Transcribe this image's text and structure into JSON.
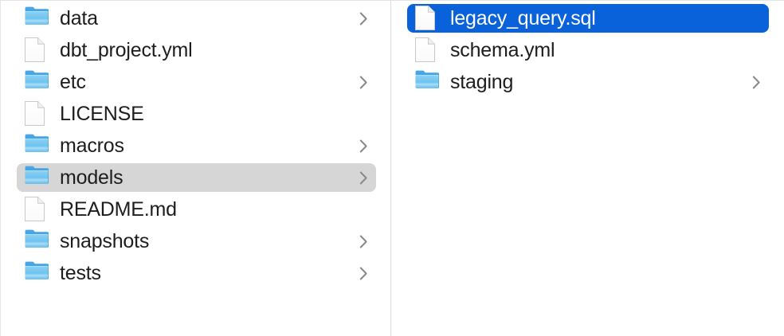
{
  "app": {
    "name": "Finder",
    "view_mode": "column",
    "accent_color": "#0a62da",
    "inactive_selection_color": "#d6d6d6",
    "text_color": "#1d1d1f",
    "selected_text_color": "#ffffff",
    "divider_color": "#dededf"
  },
  "columns": [
    {
      "name": "parent-column",
      "items": [
        {
          "label": "data",
          "kind": "folder",
          "icon": "folder-icon",
          "has_chevron": true,
          "selected": false
        },
        {
          "label": "dbt_project.yml",
          "kind": "file",
          "icon": "document-icon",
          "has_chevron": false,
          "selected": false
        },
        {
          "label": "etc",
          "kind": "folder",
          "icon": "folder-icon",
          "has_chevron": true,
          "selected": false
        },
        {
          "label": "LICENSE",
          "kind": "file",
          "icon": "document-icon",
          "has_chevron": false,
          "selected": false
        },
        {
          "label": "macros",
          "kind": "folder",
          "icon": "folder-icon",
          "has_chevron": true,
          "selected": false
        },
        {
          "label": "models",
          "kind": "folder",
          "icon": "folder-icon",
          "has_chevron": true,
          "selected": true
        },
        {
          "label": "README.md",
          "kind": "file",
          "icon": "document-icon",
          "has_chevron": false,
          "selected": false
        },
        {
          "label": "snapshots",
          "kind": "folder",
          "icon": "folder-icon",
          "has_chevron": true,
          "selected": false
        },
        {
          "label": "tests",
          "kind": "folder",
          "icon": "folder-icon",
          "has_chevron": true,
          "selected": false
        }
      ]
    },
    {
      "name": "child-column",
      "items": [
        {
          "label": "legacy_query.sql",
          "kind": "file",
          "icon": "document-icon",
          "has_chevron": false,
          "selected": true
        },
        {
          "label": "schema.yml",
          "kind": "file",
          "icon": "document-icon",
          "has_chevron": false,
          "selected": false
        },
        {
          "label": "staging",
          "kind": "folder",
          "icon": "folder-icon",
          "has_chevron": true,
          "selected": false
        }
      ]
    }
  ]
}
